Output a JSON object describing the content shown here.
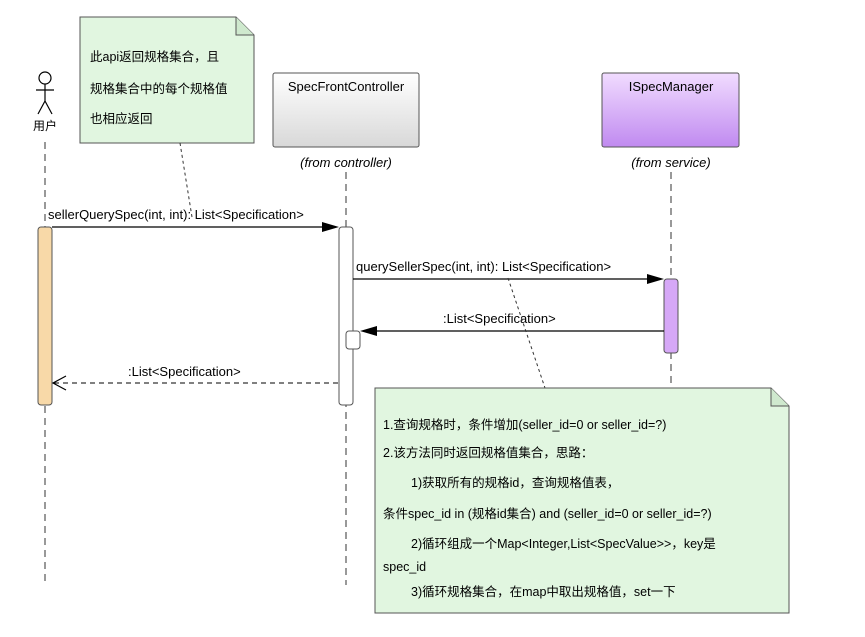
{
  "actors": {
    "user": {
      "name": "用户"
    },
    "controller": {
      "name": "SpecFrontController",
      "stereotype": "(from controller)"
    },
    "manager": {
      "name": "ISpecManager",
      "stereotype": "(from service)"
    }
  },
  "notes": {
    "top": {
      "lines": [
        "此api返回规格集合，且",
        "规格集合中的每个规格值",
        "也相应返回"
      ]
    },
    "bottom": {
      "lines": [
        "1.查询规格时，条件增加(seller_id=0 or seller_id=?)",
        "2.该方法同时返回规格值集合，思路：",
        "1)获取所有的规格id，查询规格值表，",
        "条件spec_id in (规格id集合) and   (seller_id=0 or seller_id=?)",
        "2)循环组成一个Map<Integer,List<SpecValue>>，key是",
        "spec_id",
        "3)循环规格集合，在map中取出规格值，set一下"
      ]
    }
  },
  "messages": {
    "m1": "sellerQuerySpec(int, int): List<Specification>",
    "m2": "querySellerSpec(int, int): List<Specification>",
    "m3": ":List<Specification>",
    "m4": ":List<Specification>"
  },
  "colors": {
    "user_activation": "#f8d9a8",
    "controller_head_top": "#ffffff",
    "controller_head_bottom": "#dcdcdc",
    "manager_head_top": "#efd2ff",
    "manager_head_bottom": "#c48cf2",
    "manager_activation": "#d6a8f7",
    "note_fill": "#e1f6e0"
  }
}
